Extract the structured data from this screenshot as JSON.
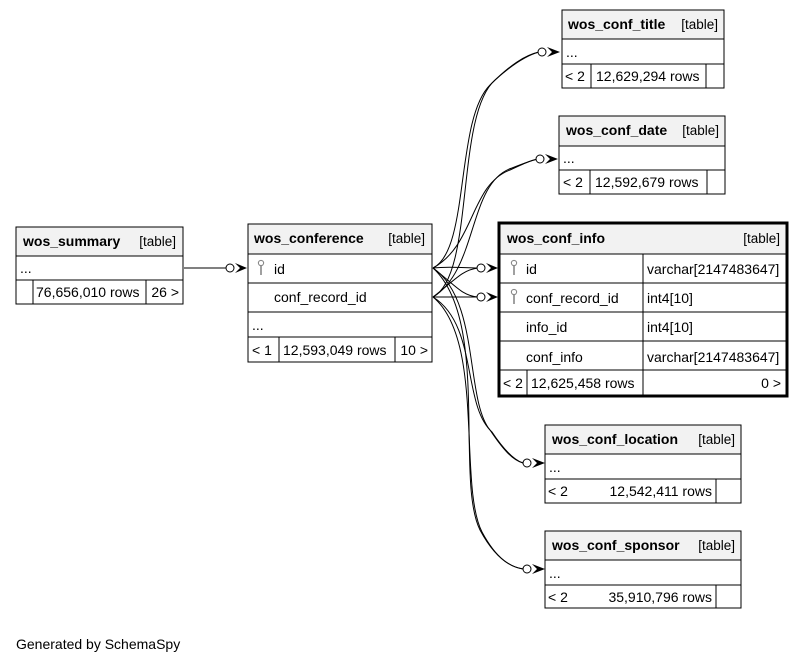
{
  "tables": {
    "wos_summary": {
      "name": "wos_summary",
      "tag": "[table]",
      "ellipsis": "...",
      "parents": "",
      "rows": "76,656,010 rows",
      "children": "26 >"
    },
    "wos_conference": {
      "name": "wos_conference",
      "tag": "[table]",
      "columns": [
        {
          "name": "id",
          "key": true
        },
        {
          "name": "conf_record_id",
          "key": false
        }
      ],
      "ellipsis": "...",
      "parents": "< 1",
      "rows": "12,593,049 rows",
      "children": "10 >"
    },
    "wos_conf_title": {
      "name": "wos_conf_title",
      "tag": "[table]",
      "ellipsis": "...",
      "parents": "< 2",
      "rows": "12,629,294 rows",
      "children": ""
    },
    "wos_conf_date": {
      "name": "wos_conf_date",
      "tag": "[table]",
      "ellipsis": "...",
      "parents": "< 2",
      "rows": "12,592,679 rows",
      "children": ""
    },
    "wos_conf_info": {
      "name": "wos_conf_info",
      "tag": "[table]",
      "columns": [
        {
          "name": "id",
          "type": "varchar[2147483647]",
          "key": true
        },
        {
          "name": "conf_record_id",
          "type": "int4[10]",
          "key": true
        },
        {
          "name": "info_id",
          "type": "int4[10]",
          "key": false
        },
        {
          "name": "conf_info",
          "type": "varchar[2147483647]",
          "key": false
        }
      ],
      "parents": "< 2",
      "rows": "12,625,458 rows",
      "children": "0 >"
    },
    "wos_conf_location": {
      "name": "wos_conf_location",
      "tag": "[table]",
      "ellipsis": "...",
      "parents": "< 2",
      "rows": "12,542,411 rows",
      "children": ""
    },
    "wos_conf_sponsor": {
      "name": "wos_conf_sponsor",
      "tag": "[table]",
      "ellipsis": "...",
      "parents": "< 2",
      "rows": "35,910,796 rows",
      "children": ""
    }
  },
  "footer": "Generated by SchemaSpy"
}
